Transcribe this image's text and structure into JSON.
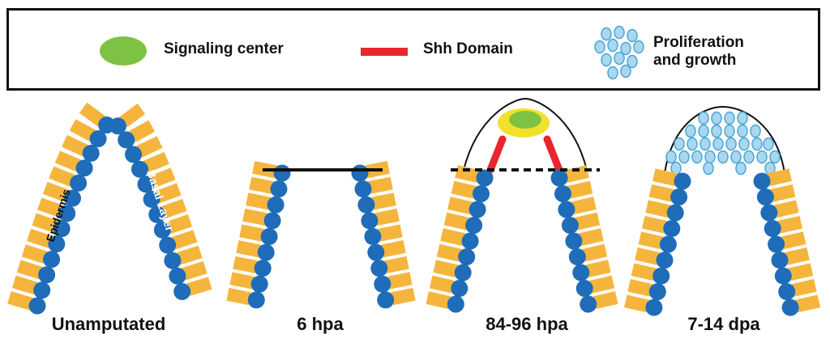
{
  "legend": {
    "signaling_center": "Signaling center",
    "shh_domain": "Shh Domain",
    "proliferation_line1": "Proliferation",
    "proliferation_line2": "and growth"
  },
  "tissue_labels": {
    "epidermis": "Epidermis",
    "basal_layer": "Basal Layer"
  },
  "stages": [
    {
      "label": "Unamputated"
    },
    {
      "label": "6 hpa"
    },
    {
      "label": "84-96 hpa"
    },
    {
      "label": "7-14 dpa"
    }
  ],
  "colors": {
    "epidermis": "#f5b53c",
    "basal": "#1f6cb8",
    "signaling_center": "#7dc242",
    "signaling_rim": "#f2e12a",
    "shh": "#e8262b",
    "proliferation_fill": "#a9d7ee",
    "proliferation_stroke": "#4aa6d6",
    "line": "#111111"
  }
}
